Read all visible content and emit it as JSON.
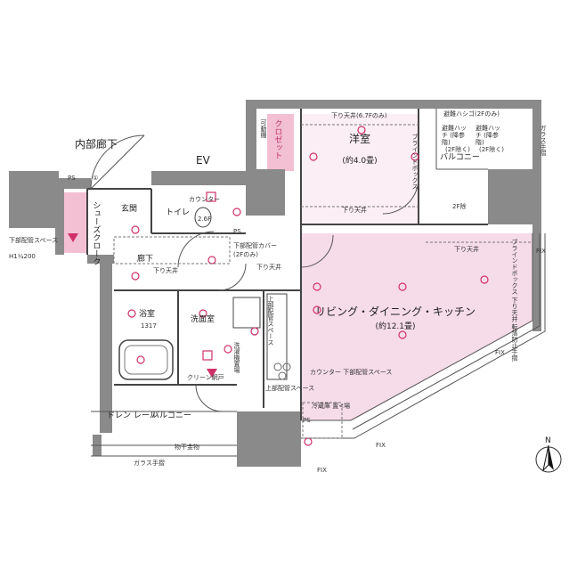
{
  "rooms": {
    "western_room": {
      "name": "洋室",
      "size": "(約4.0畳)"
    },
    "ldk": {
      "name": "リビング・ダイニング・キッチン",
      "size": "(約12.1畳)"
    },
    "bath": {
      "name": "浴室",
      "size": "1317"
    },
    "washroom": {
      "name": "洗面室"
    },
    "toilet": {
      "name": "トイレ"
    },
    "entrance": {
      "name": "玄関"
    },
    "hallway": {
      "name": "廊下"
    },
    "shoe_cloak": {
      "name": "シューズクローク"
    },
    "closet": {
      "name": "クロゼット"
    },
    "balcony_top": {
      "name": "バルコニー"
    },
    "balcony_bottom": {
      "name": "バルコニー"
    }
  },
  "labels": {
    "inner_corridor": "内部廊下",
    "ev": "EV",
    "ps": "PS",
    "counter": "カウンター",
    "ceiling_drop": "下り天井",
    "ceiling_drop_67": "下り天井(6.7Fのみ)",
    "downpipe_space": "下部配管スペース",
    "downpipe_space_h": "H1¼200",
    "pipe_cover": "下部配管カバー",
    "pipe_cover_floor": "(2Fのみ)",
    "kitchen_upper_pipe": "上部配管スペース",
    "counter_lower_pipe": "カウンター 下部配管スペース",
    "fridge_space": "冷蔵庫 置<場",
    "evac_ladder": "避難ハシゴ(2Fのみ)",
    "evac_hatch_left": "避難ハッチ (降参階)",
    "evac_hatch_left_floor": "(2F除く)",
    "evac_hatch_right": "避難ハッチ (降参階)",
    "evac_hatch_right_floor": "(2F除く)",
    "glass_railing": "ガラス手摺",
    "glass_railing_side": "ガラス手摺",
    "fix": "FIX",
    "blind_box": "ブラインドボックス",
    "blind_box_fall_prevention": "ブラインドボックス 下り天井 転落防止手摺",
    "frame": "物干金物",
    "drain_rail": "ドレン レール",
    "clean_duct": "クリーン網戸",
    "movable_shelf": "可動棚",
    "shelf": "棚",
    "attach_2f": "2F除",
    "wash_dryer": "洗濯機置場",
    "spots_s": "S",
    "mark_one": "①",
    "mark_two": "2.6F"
  },
  "compass": {
    "label": "N"
  },
  "colors": {
    "wall": "#8a8a8a",
    "wall_dark": "#6e6e6e",
    "ldk_fill": "#f6dbe8",
    "room_fill": "#fbeef4",
    "accent": "#d0306a",
    "line": "#333333"
  }
}
